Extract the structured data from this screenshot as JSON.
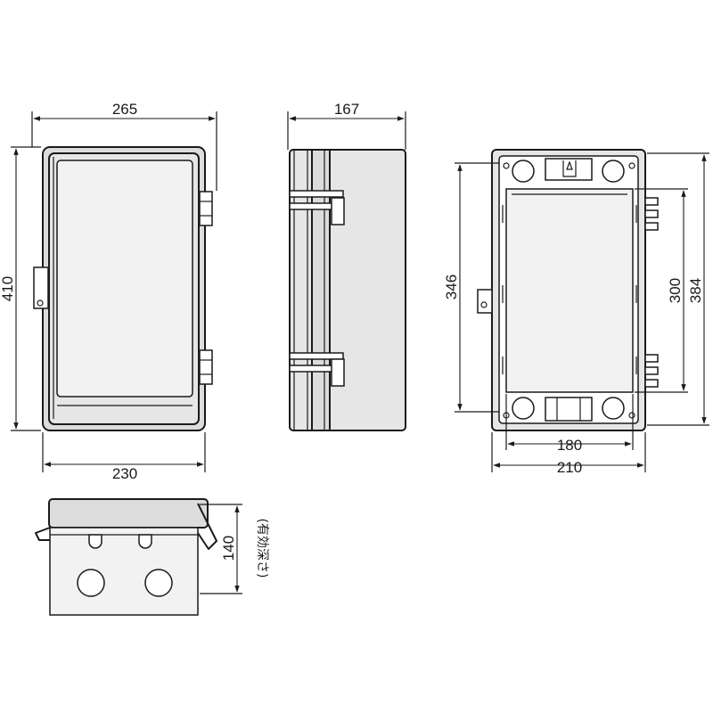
{
  "dimensions": {
    "front_top_width": "265",
    "front_height": "410",
    "front_bottom_width": "230",
    "side_depth": "167",
    "back_inner_height": "346",
    "back_mount_height": "300",
    "back_total_height": "384",
    "back_mount_width": "180",
    "back_total_width": "210",
    "bottom_depth": "140",
    "bottom_depth_note": "(有効深さ)"
  },
  "colors": {
    "line": "#1a1a1a",
    "body": "#dcdcdc",
    "panel": "#f2f2f2"
  }
}
